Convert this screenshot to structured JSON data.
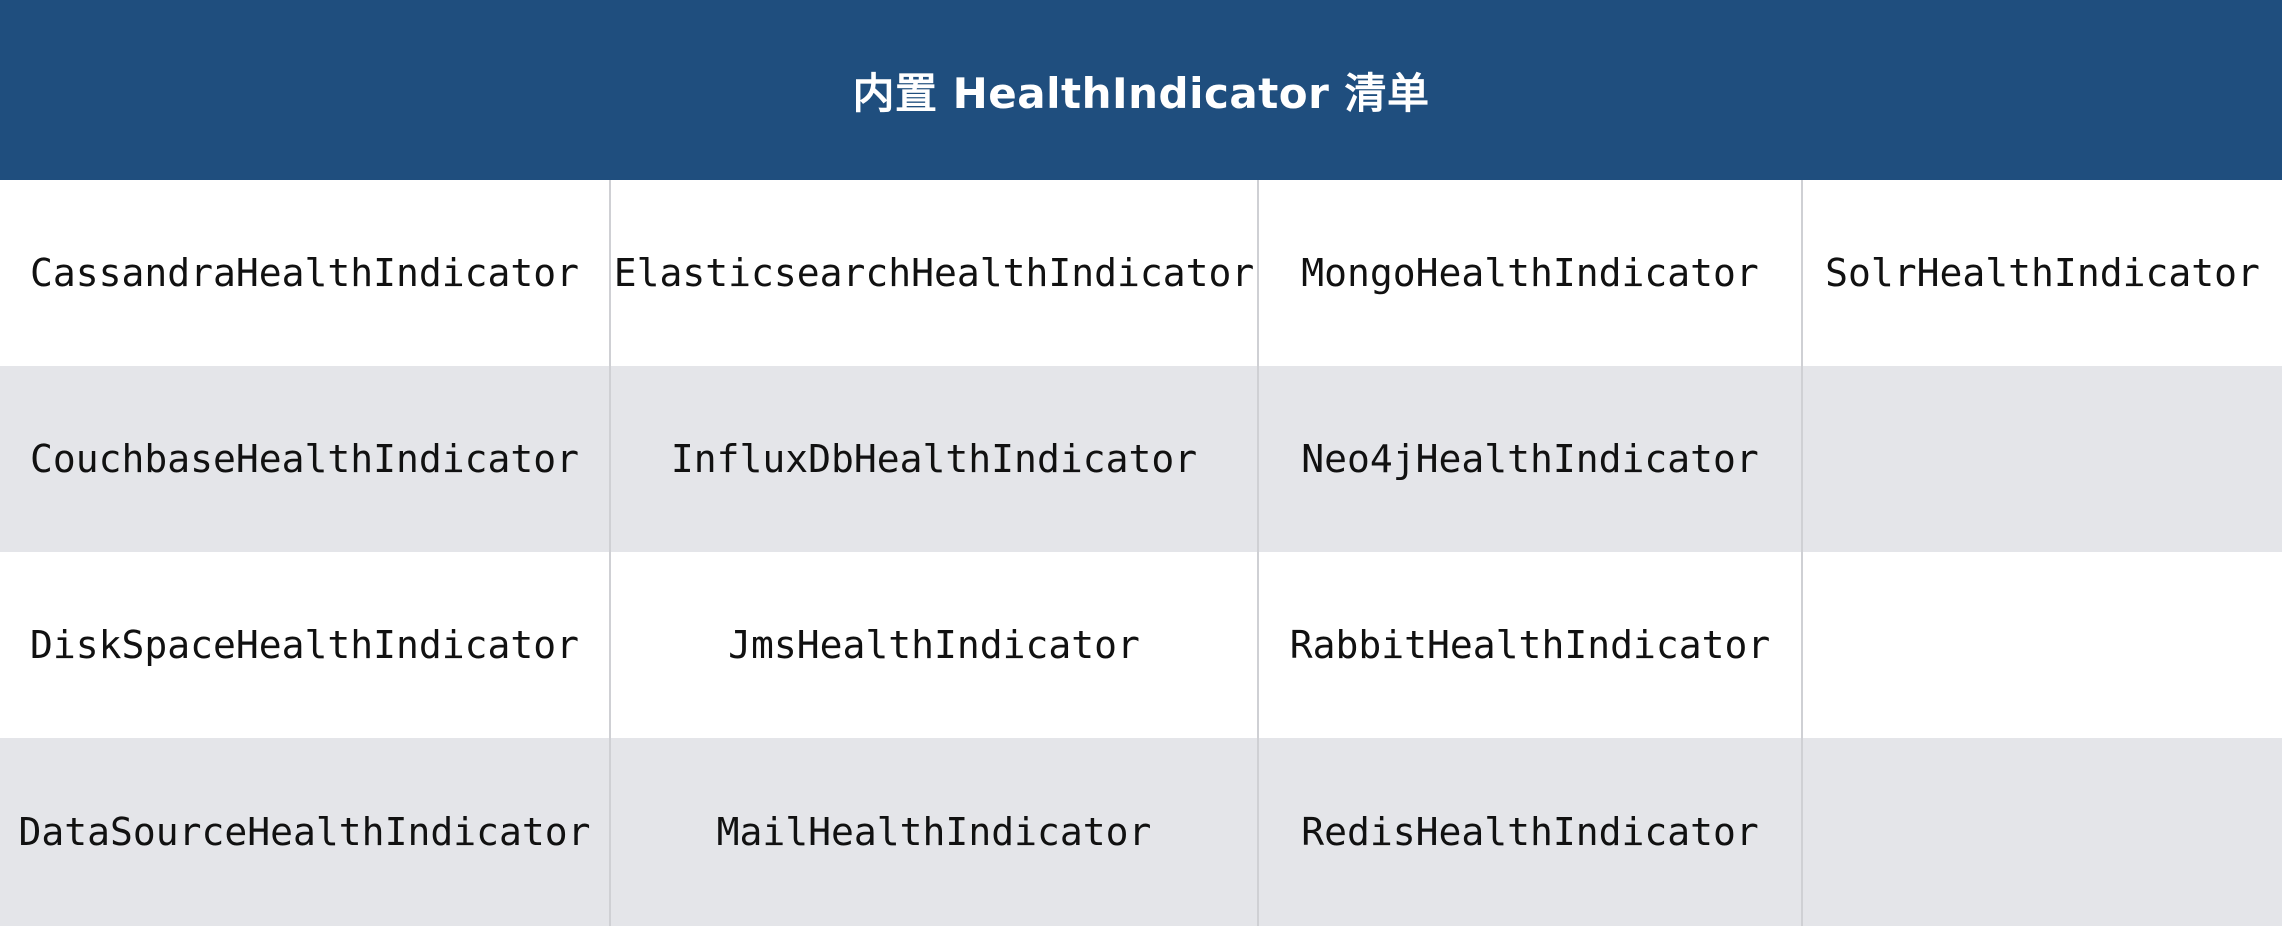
{
  "title": "内置 HealthIndicator 清单",
  "colors": {
    "header_bg": "#1f4e7e",
    "header_text": "#ffffff",
    "row_odd": "#ffffff",
    "row_even": "#e4e5e9",
    "divider": "#cfd0d4"
  },
  "rows": [
    [
      "CassandraHealthIndicator",
      "ElasticsearchHealthIndicator",
      "MongoHealthIndicator",
      "SolrHealthIndicator"
    ],
    [
      "CouchbaseHealthIndicator",
      "InfluxDbHealthIndicator",
      "Neo4jHealthIndicator",
      ""
    ],
    [
      "DiskSpaceHealthIndicator",
      "JmsHealthIndicator",
      "RabbitHealthIndicator",
      ""
    ],
    [
      "DataSourceHealthIndicator",
      "MailHealthIndicator",
      "RedisHealthIndicator",
      ""
    ]
  ]
}
